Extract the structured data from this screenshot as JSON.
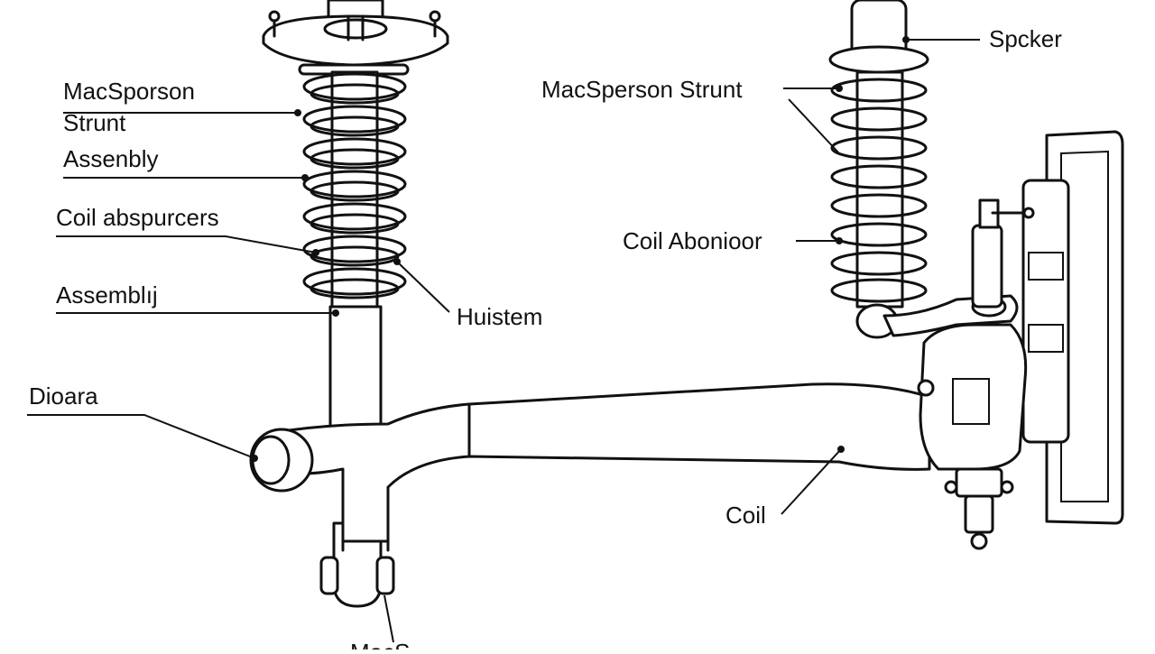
{
  "labels": {
    "left_assembly_line1": "MacSporson",
    "left_assembly_line2": "Strunt",
    "left_assembly_line3": "Assenbly",
    "coil_absorber_left": "Coil abspurcers",
    "assembly_left": "Assemblıj",
    "hub_stem": "Huistem",
    "diodra": "Dioara",
    "bottom_cut": "MacS",
    "speaker": "Spcker",
    "right_strut": "MacSperson Strunt",
    "coil_absorber_right": "Coil Abonioor",
    "coil_bottom": "Coil"
  },
  "colors": {
    "ink": "#111111",
    "paper": "#ffffff"
  }
}
